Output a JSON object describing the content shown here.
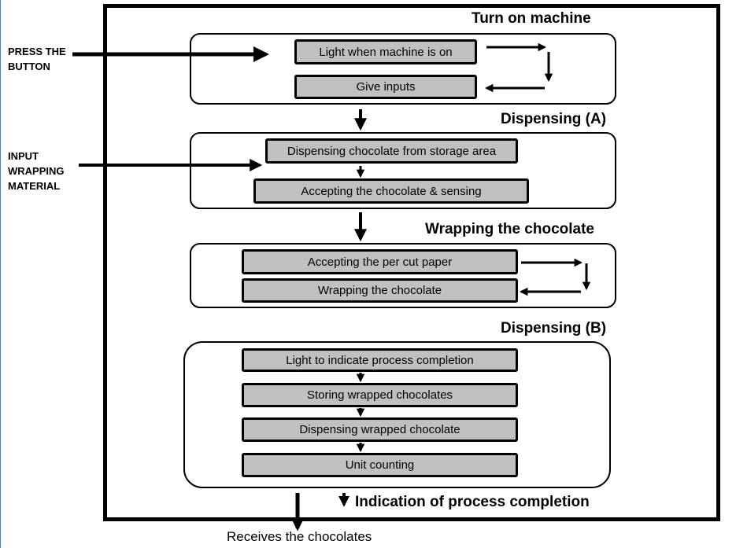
{
  "inputs": {
    "press_button": [
      "PRESS THE",
      "BUTTON"
    ],
    "wrapping_material": [
      "INPUT",
      "WRAPPING",
      "MATERIAL"
    ]
  },
  "sections": {
    "turn_on": {
      "title": "Turn on machine",
      "steps": [
        "Light when machine is on",
        "Give inputs"
      ]
    },
    "dispensing_a": {
      "title": "Dispensing (A)",
      "steps": [
        "Dispensing  chocolate from storage area",
        "Accepting the chocolate & sensing"
      ]
    },
    "wrapping": {
      "title": "Wrapping the chocolate",
      "steps": [
        "Accepting the per cut paper",
        "Wrapping the chocolate"
      ]
    },
    "dispensing_b": {
      "title": "Dispensing (B)",
      "steps": [
        "Light to indicate process completion",
        "Storing wrapped chocolates",
        "Dispensing  wrapped chocolate",
        "Unit counting"
      ]
    }
  },
  "completion_label": "Indication of process completion",
  "output_label": "Receives the chocolates"
}
